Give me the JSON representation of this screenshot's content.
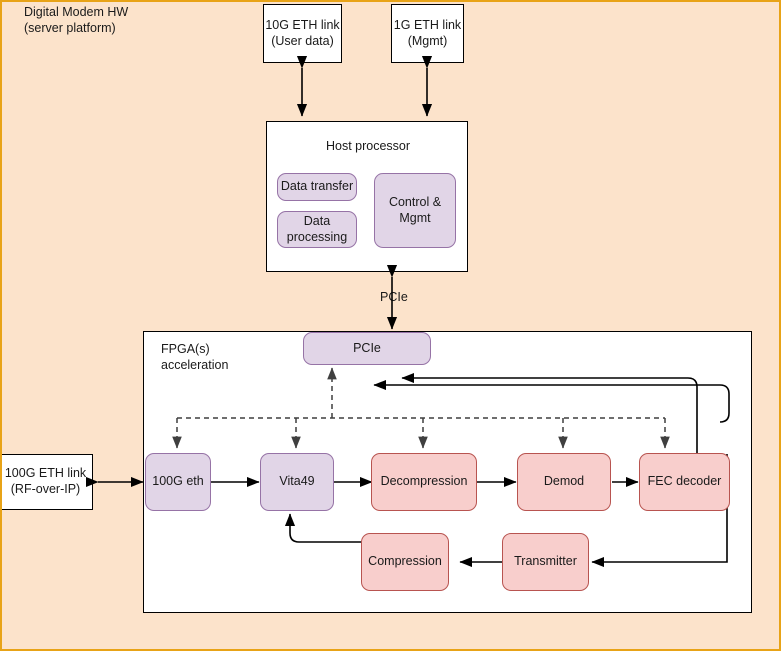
{
  "diagram": {
    "title": "Digital Modem HW\n(server platform)",
    "background_color": "#fce3cb",
    "border_color": "#e8a317"
  },
  "labels": {
    "platform_title": "Digital Modem HW\n (server platform)",
    "fpga_title": "FPGA(s)\nacceleration",
    "host_title": "Host processor",
    "pcie_link": "PCIe"
  },
  "external_links": [
    {
      "id": "eth10g",
      "text": "10G ETH link\n(User data)"
    },
    {
      "id": "eth1g",
      "text": "1G ETH link\n(Mgmt)"
    },
    {
      "id": "eth100g",
      "text": "100G ETH link\n(RF-over-IP)"
    }
  ],
  "host_blocks": [
    {
      "id": "data-transfer",
      "text": "Data transfer",
      "color": "#e1d5e7"
    },
    {
      "id": "data-processing",
      "text": "Data\nprocessing",
      "color": "#e1d5e7"
    },
    {
      "id": "control-mgmt",
      "text": "Control &\nMgmt",
      "color": "#e1d5e7"
    }
  ],
  "fpga_blocks": [
    {
      "id": "pcie",
      "text": "PCIe",
      "color": "#e1d5e7"
    },
    {
      "id": "eth100g-mac",
      "text": "100G eth",
      "color": "#e1d5e7"
    },
    {
      "id": "vita49",
      "text": "Vita49",
      "color": "#e1d5e7"
    },
    {
      "id": "decompression",
      "text": "Decompression",
      "color": "#f8cecc"
    },
    {
      "id": "demod",
      "text": "Demod",
      "color": "#f8cecc"
    },
    {
      "id": "fec-decoder",
      "text": "FEC decoder",
      "color": "#f8cecc"
    },
    {
      "id": "compression",
      "text": "Compression",
      "color": "#f8cecc"
    },
    {
      "id": "transmitter",
      "text": "Transmitter",
      "color": "#f8cecc"
    }
  ],
  "colors": {
    "purple_fill": "#e1d5e7",
    "purple_stroke": "#9673a6",
    "pink_fill": "#f8cecc",
    "pink_stroke": "#b85450",
    "wire": "#000000"
  }
}
